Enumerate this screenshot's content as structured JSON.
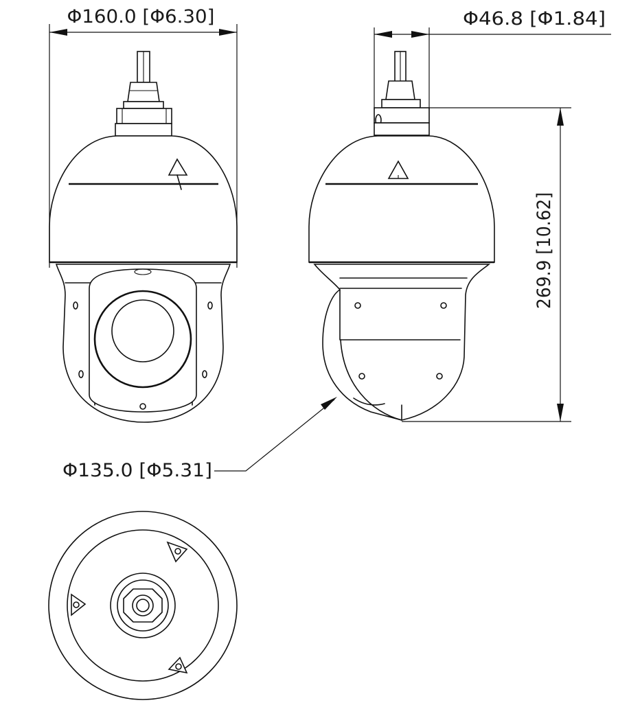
{
  "dimensions": {
    "overall_width": {
      "metric": "Φ160.0",
      "imperial": "[Φ6.30]"
    },
    "mount_neck_width": {
      "metric": "Φ46.8",
      "imperial": "[Φ1.84]"
    },
    "overall_height": {
      "metric": "269.9",
      "imperial": "[10.62]"
    },
    "camera_body_diameter": {
      "metric": "Φ135.0",
      "imperial": "[Φ5.31]"
    }
  },
  "colors": {
    "line": "#111111",
    "background": "#ffffff"
  }
}
